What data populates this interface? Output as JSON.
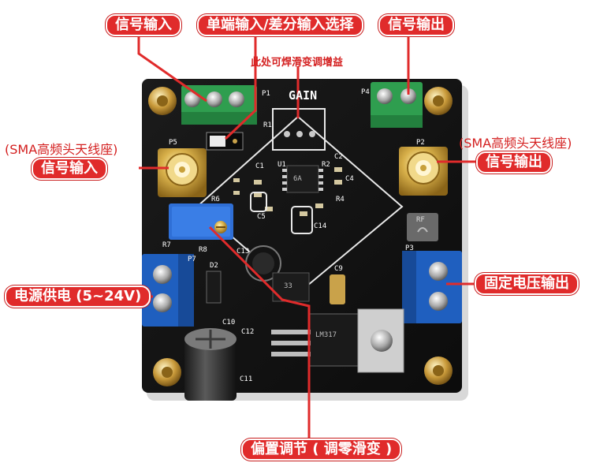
{
  "labels": {
    "signal_input_top": "信号输入",
    "single_diff_select": "单端输入/差分输入选择",
    "signal_output_top": "信号输出",
    "gain_note": "此处可焊滑变调增益",
    "sma_left": "(SMA高频头天线座)",
    "signal_input_left": "信号输入",
    "sma_right": "(SMA高频头天线座)",
    "signal_output_right": "信号输出",
    "power_supply": "电源供电 (5~24V)",
    "fixed_voltage_output": "固定电压输出",
    "bias_adjust": "偏置调节 ( 调零滑变 )"
  },
  "silkscreen": {
    "gain": "GAIN",
    "p1": "P1",
    "p4": "P4",
    "p5": "P5",
    "p2": "P2",
    "p3": "P3",
    "r1": "R1",
    "r2": "R2",
    "r4": "R4",
    "r6": "R6",
    "r7": "R7",
    "r8": "R8",
    "u1": "U1",
    "c1": "C1",
    "c2": "C2",
    "c4": "C4",
    "c5": "C5",
    "c9": "C9",
    "c10": "C10",
    "c11": "C11",
    "c12": "C12",
    "c13": "C13",
    "c14": "C14",
    "d2": "D2",
    "p7": "P7",
    "rf": "RF",
    "chip_u1": "6A",
    "chip_u2": "33",
    "regulator": "LM317"
  },
  "colors": {
    "label_bg": "#e02b2b",
    "pcb": "#121212",
    "terminal_green": "#2f9e4f",
    "terminal_blue": "#1f5fbf",
    "gold": "#d8b04a"
  }
}
